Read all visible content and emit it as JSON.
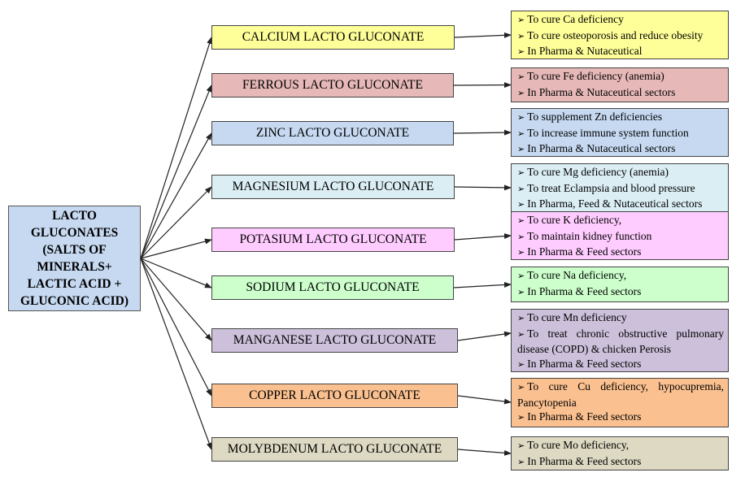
{
  "root": {
    "lines": [
      "LACTO",
      "GLUCONATES",
      "(SALTS OF",
      "MINERALS+",
      "LACTIC ACID +",
      "GLUCONIC ACID)"
    ],
    "color": "#c6d9f1"
  },
  "bullet_icon": "arrow-bullet-icon",
  "items": [
    {
      "name": "CALCIUM LACTO GLUCONATE",
      "color": "#ffff99",
      "bullets": [
        "To cure Ca deficiency",
        "To cure osteoporosis and reduce obesity",
        "In Pharma & Nutaceutical"
      ]
    },
    {
      "name": "FERROUS LACTO GLUCONATE",
      "color": "#e6b9b8",
      "bullets": [
        "To cure Fe deficiency (anemia)",
        "In Pharma & Nutaceutical sectors"
      ]
    },
    {
      "name": "ZINC LACTO GLUCONATE",
      "color": "#c6d9f1",
      "bullets": [
        "To supplement Zn deficiencies",
        "To increase immune system function",
        "In Pharma & Nutaceutical sectors"
      ]
    },
    {
      "name": "MAGNESIUM LACTO GLUCONATE",
      "color": "#dbeef4",
      "bullets": [
        "To cure Mg deficiency (anemia)",
        "To treat Eclampsia and blood pressure",
        "In Pharma, Feed & Nutaceutical sectors"
      ]
    },
    {
      "name": "POTASIUM LACTO GLUCONATE",
      "color": "#ffccff",
      "bullets": [
        "To cure K deficiency,",
        "To maintain kidney function",
        "In Pharma & Feed sectors"
      ]
    },
    {
      "name": "SODIUM LACTO GLUCONATE",
      "color": "#ccffcc",
      "bullets": [
        "To cure Na deficiency,",
        "In Pharma & Feed sectors"
      ]
    },
    {
      "name": "MANGANESE LACTO GLUCONATE",
      "color": "#ccc0da",
      "bullets": [
        "To cure Mn deficiency",
        "To treat chronic obstructive pulmonary disease (COPD) & chicken Perosis",
        "In Pharma & Feed sectors"
      ]
    },
    {
      "name": "COPPER LACTO GLUCONATE",
      "color": "#fac090",
      "bullets": [
        "To cure Cu deficiency, hypocupremia, Pancytopenia",
        "In Pharma & Feed sectors"
      ]
    },
    {
      "name": "MOLYBDENUM LACTO GLUCONATE",
      "color": "#ddd9c3",
      "bullets": [
        "To cure Mo deficiency,",
        "In Pharma & Feed sectors"
      ]
    }
  ]
}
